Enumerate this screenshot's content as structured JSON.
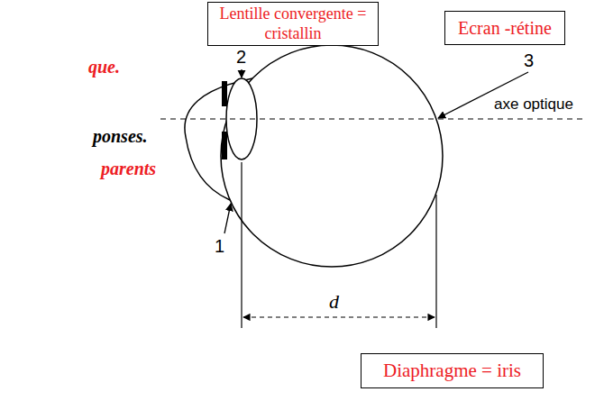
{
  "diagram": {
    "nodes": [
      {
        "text": [
          "Lentille convergente = cristallin"
        ]
      },
      {
        "text": [
          "Ecran -rétine"
        ]
      },
      {
        "text": [
          "Diaphragme = iris"
        ]
      }
    ],
    "labels": [
      "2",
      "3",
      "que.",
      "axe optique",
      "ponses.",
      "parents",
      "1",
      "d"
    ]
  }
}
